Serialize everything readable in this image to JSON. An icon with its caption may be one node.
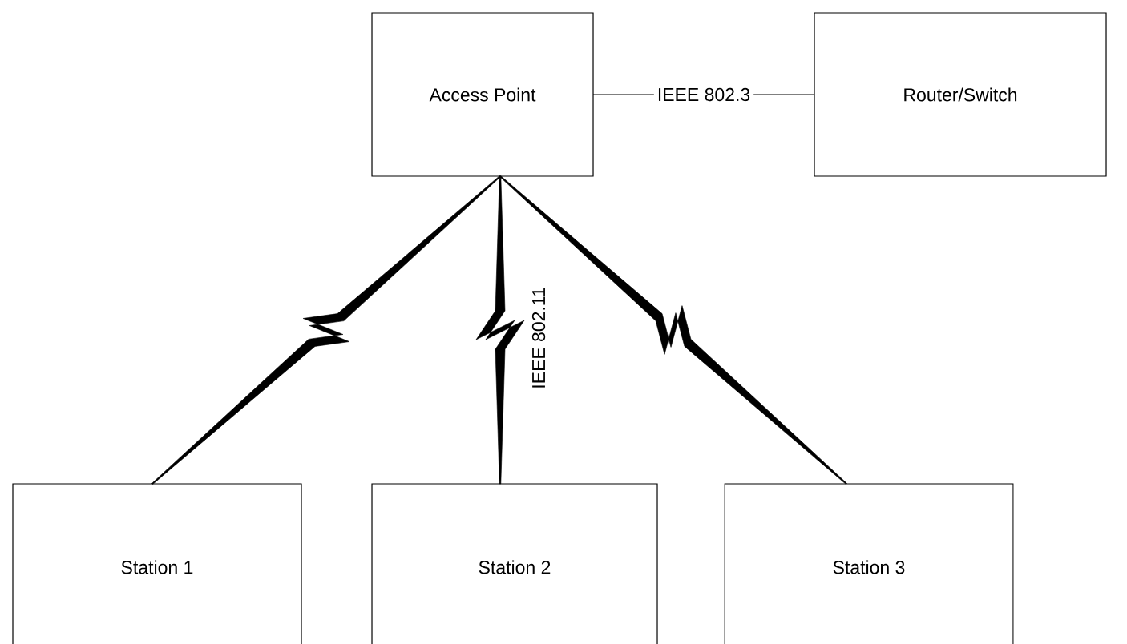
{
  "diagram": {
    "nodes": [
      {
        "text": [
          "Access Point"
        ]
      },
      {
        "text": [
          "Router/Switch"
        ]
      },
      {
        "text": [
          "Station 1"
        ]
      },
      {
        "text": [
          "Station 2"
        ]
      },
      {
        "text": [
          "Station 3"
        ]
      }
    ],
    "edges": [
      {
        "from": 0,
        "to": 1,
        "arrow": "none",
        "label": "IEEE 802.3"
      },
      {
        "from": 0,
        "to": 2,
        "arrow": "none"
      },
      {
        "from": 0,
        "to": 3,
        "arrow": "none",
        "label": "IEEE 802.11"
      },
      {
        "from": 0,
        "to": 4,
        "arrow": "none"
      }
    ]
  }
}
